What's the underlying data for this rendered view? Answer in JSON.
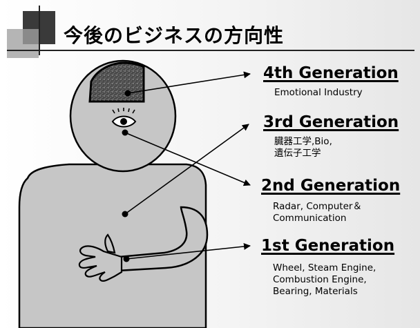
{
  "slide": {
    "title": "今後のビジネスの方向性"
  },
  "generations": [
    {
      "heading": "4th Generation",
      "desc_lines": [
        "Emotional Industry"
      ]
    },
    {
      "heading": "3rd Generation",
      "desc_lines": [
        "臓器工学,Bio,",
        "遺伝子工学"
      ]
    },
    {
      "heading": "2nd Generation",
      "desc_lines": [
        "Radar, Computer＆",
        "Communication"
      ]
    },
    {
      "heading": "1st Generation",
      "desc_lines": [
        "Wheel, Steam Engine,",
        "Combustion Engine,",
        "Bearing, Materials"
      ]
    }
  ],
  "colors": {
    "figure_fill": "#c6c6c6",
    "brain_fill": "#555555",
    "deco_dark": "#3a3a3a",
    "deco_mid": "#8a8a8a",
    "deco_light": "#b5b5b5"
  }
}
